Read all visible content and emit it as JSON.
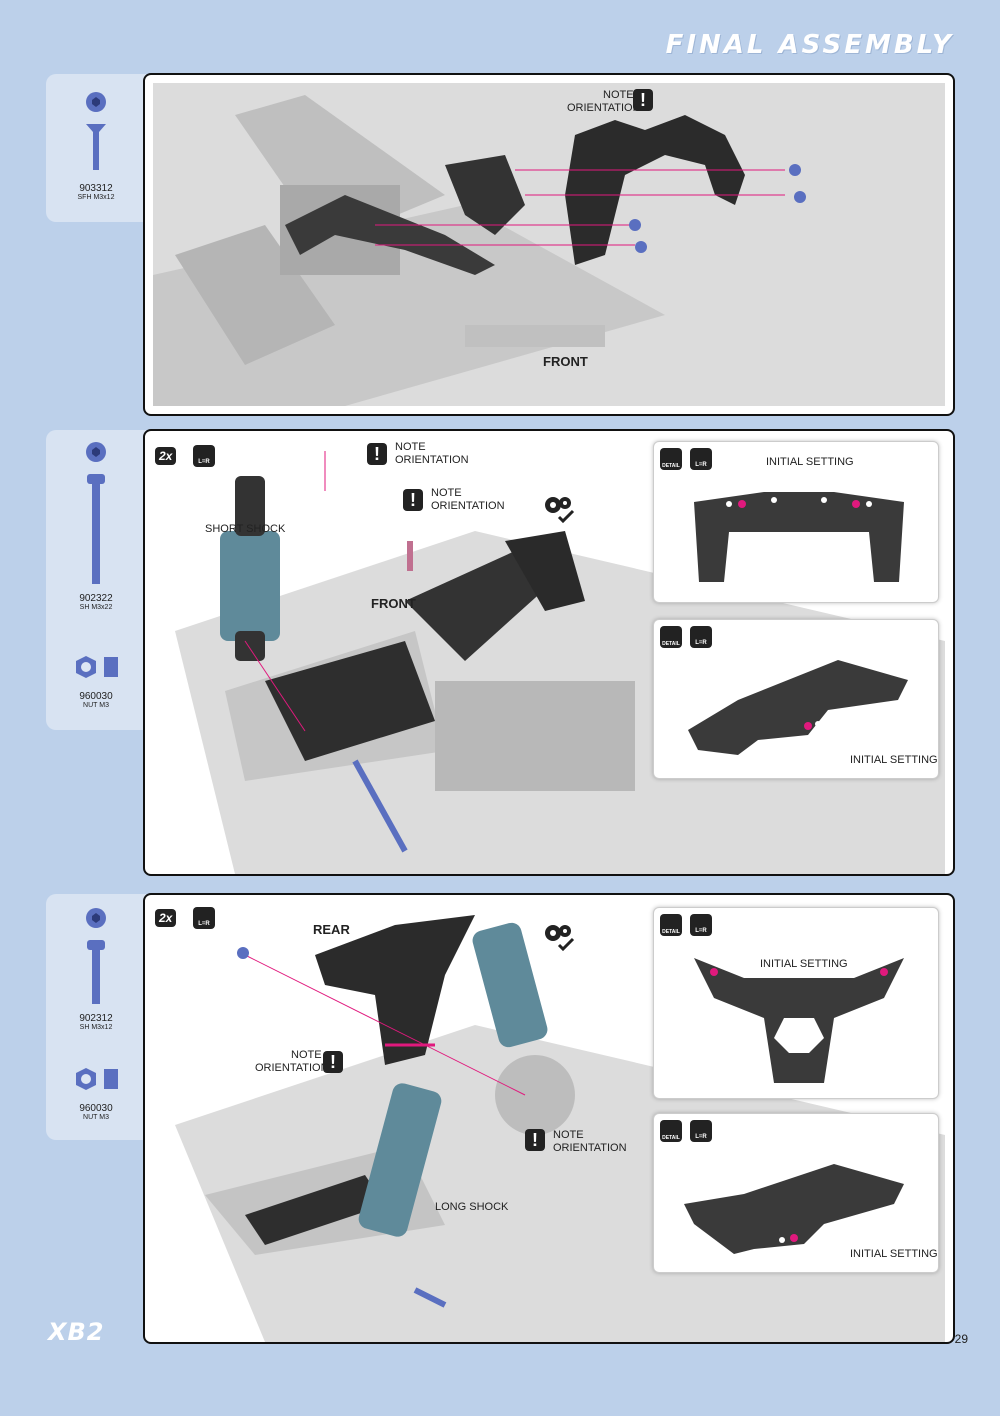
{
  "page": {
    "header": "FINAL ASSEMBLY",
    "page_number": "29",
    "logo": "XB2"
  },
  "steps": [
    {
      "parts": [
        {
          "number": "903312",
          "desc": "SFH M3x12"
        }
      ],
      "labels": {
        "note": "NOTE",
        "orientation": "ORIENTATION",
        "front": "FRONT"
      }
    },
    {
      "parts": [
        {
          "number": "902322",
          "desc": "SH M3x22"
        },
        {
          "number": "960030",
          "desc": "NUT M3"
        }
      ],
      "badge": "2x",
      "labels": {
        "note1": "NOTE",
        "orientation1": "ORIENTATION",
        "note2": "NOTE",
        "orientation2": "ORIENTATION",
        "short_shock": "SHORT SHOCK",
        "front": "FRONT",
        "initial_setting_1": "INITIAL SETTING",
        "initial_setting_2": "INITIAL SETTING"
      }
    },
    {
      "parts": [
        {
          "number": "902312",
          "desc": "SH M3x12"
        },
        {
          "number": "960030",
          "desc": "NUT M3"
        }
      ],
      "badge": "2x",
      "labels": {
        "rear": "REAR",
        "note1": "NOTE",
        "orientation1": "ORIENTATION",
        "note2": "NOTE",
        "orientation2": "ORIENTATION",
        "long_shock": "LONG SHOCK",
        "initial_setting_1": "INITIAL SETTING",
        "initial_setting_2": "INITIAL SETTING"
      }
    }
  ],
  "icons": {
    "note": "exclamation-icon",
    "lr": "left-equals-right-icon",
    "detail": "magnifier-detail-icon",
    "setup": "gear-check-icon"
  },
  "colors": {
    "background": "#bcd0ea",
    "accent": "#e0197d",
    "screw": "#5a6fc0"
  }
}
